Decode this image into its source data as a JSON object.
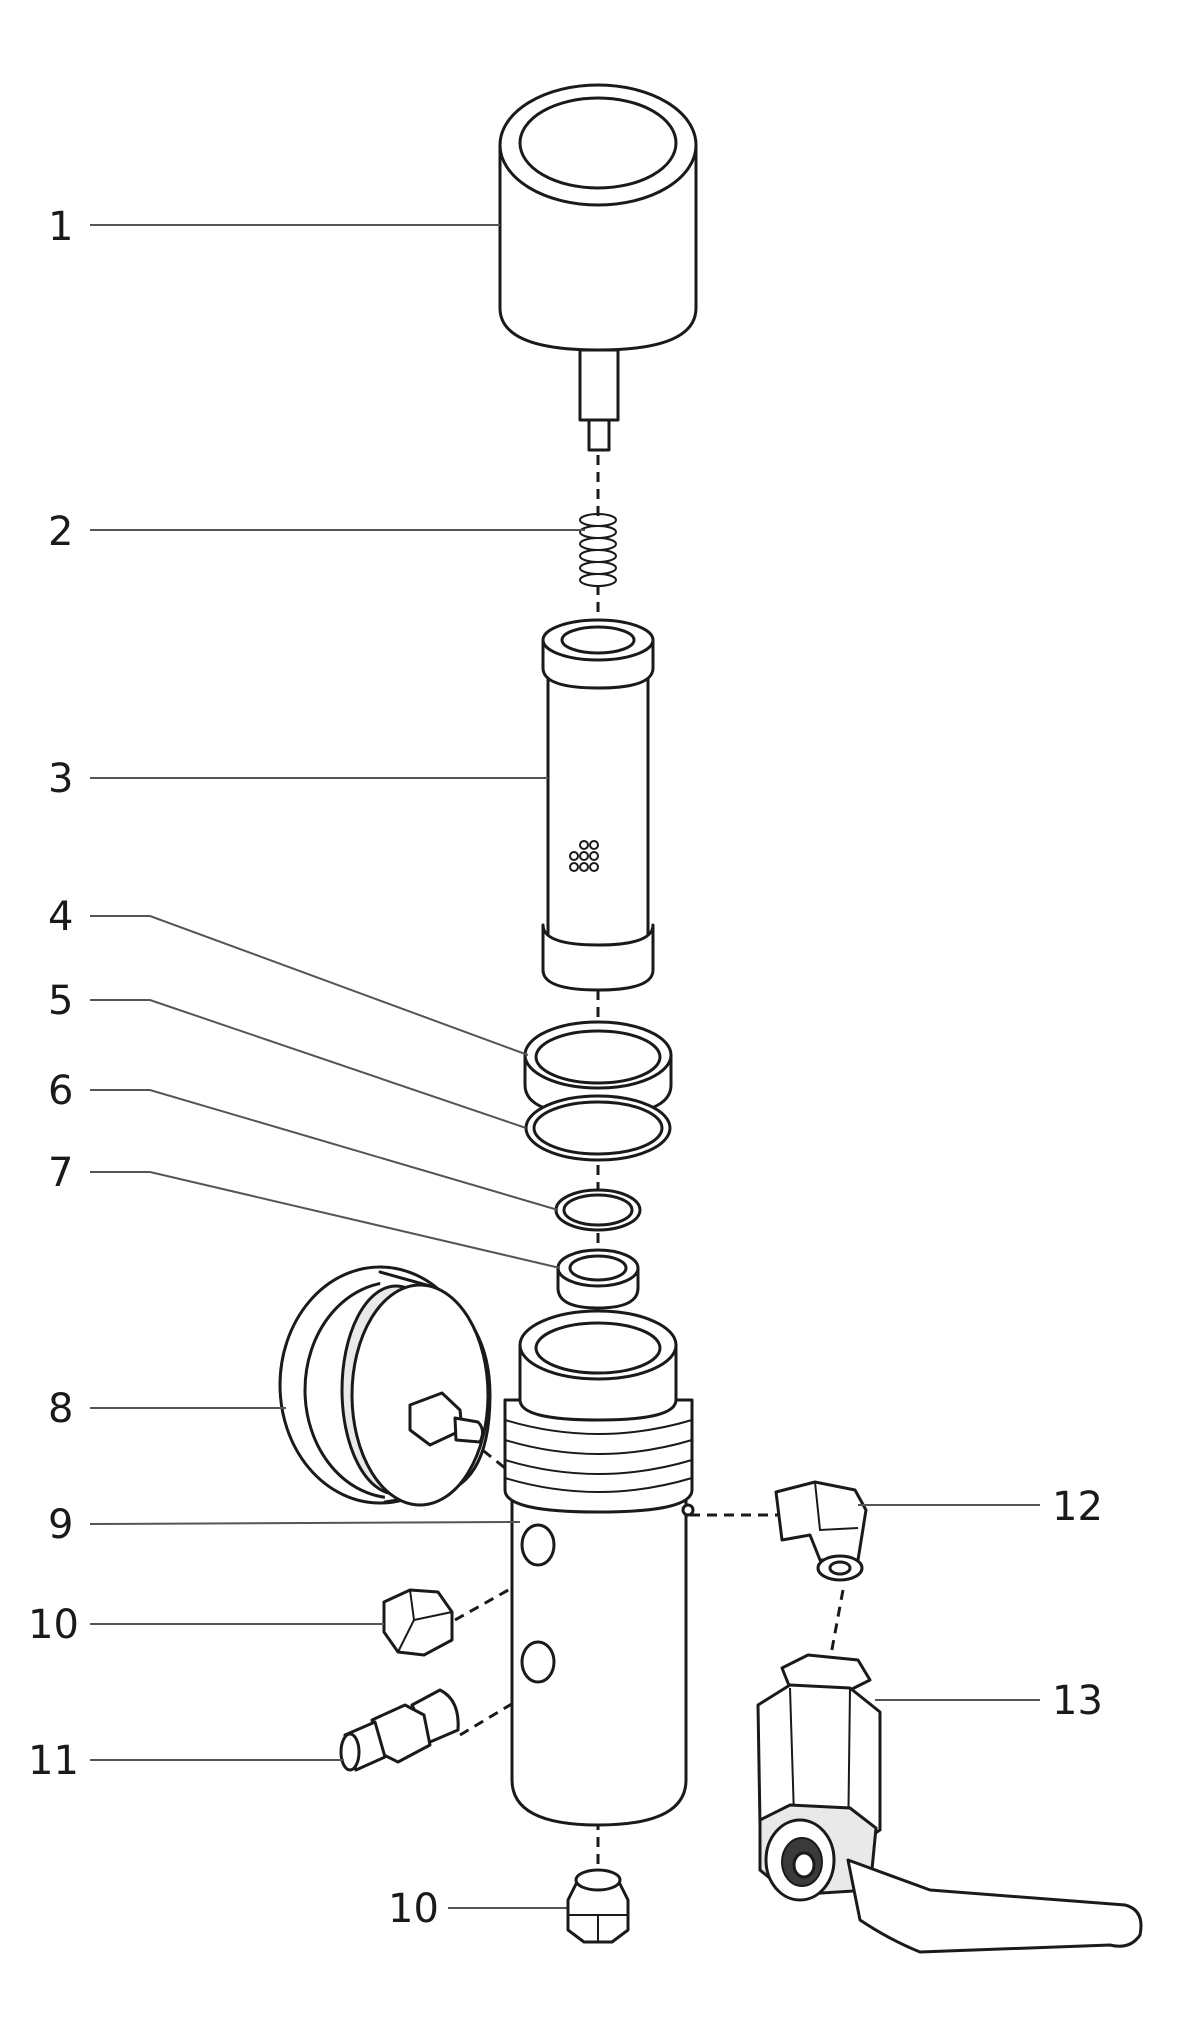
{
  "diagram": {
    "callouts": [
      {
        "id": "c1",
        "text": "1"
      },
      {
        "id": "c2",
        "text": "2"
      },
      {
        "id": "c3",
        "text": "3"
      },
      {
        "id": "c4",
        "text": "4"
      },
      {
        "id": "c5",
        "text": "5"
      },
      {
        "id": "c6",
        "text": "6"
      },
      {
        "id": "c7",
        "text": "7"
      },
      {
        "id": "c8",
        "text": "8"
      },
      {
        "id": "c9",
        "text": "9"
      },
      {
        "id": "c10a",
        "text": "10"
      },
      {
        "id": "c11",
        "text": "11"
      },
      {
        "id": "c12",
        "text": "12"
      },
      {
        "id": "c13",
        "text": "13"
      },
      {
        "id": "c10b",
        "text": "10"
      }
    ],
    "colors": {
      "line": "#1a1a1a",
      "leader": "#555555",
      "background": "#ffffff"
    }
  }
}
